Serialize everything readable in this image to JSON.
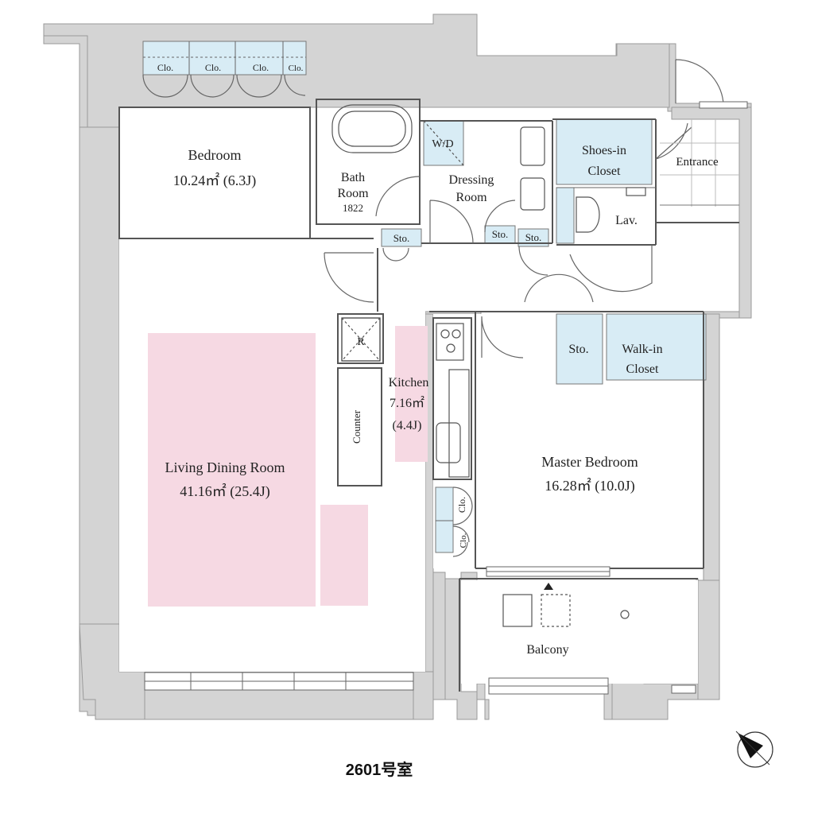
{
  "unit_number": "2601号室",
  "rooms": {
    "bedroom": {
      "name": "Bedroom",
      "area": "10.24㎡ (6.3J)"
    },
    "bath": {
      "line1": "Bath",
      "line2": "Room",
      "line3": "1822"
    },
    "wd": "W/D",
    "dressing": {
      "line1": "Dressing",
      "line2": "Room"
    },
    "shoes": {
      "line1": "Shoes-in",
      "line2": "Closet"
    },
    "entrance": "Entrance",
    "lav": "Lav.",
    "living": {
      "name": "Living Dining Room",
      "area": "41.16㎡ (25.4J)"
    },
    "kitchen": {
      "name": "Kitchen",
      "area": "7.16㎡",
      "tatami": "(4.4J)"
    },
    "fridge": "R",
    "counter": "Counter",
    "master": {
      "name": "Master Bedroom",
      "area": "16.28㎡ (10.0J)"
    },
    "walkin": {
      "line1": "Walk-in",
      "line2": "Closet"
    },
    "balcony": "Balcony"
  },
  "closets": {
    "clo": "Clo.",
    "sto": "Sto."
  },
  "colors": {
    "wall": "#d4d4d4",
    "wall_edge": "#9a9a9a",
    "storage": "#d8ecf5",
    "furniture_zone": "#f6d9e3",
    "line": "#555555"
  },
  "compass": "north-arrow-icon"
}
